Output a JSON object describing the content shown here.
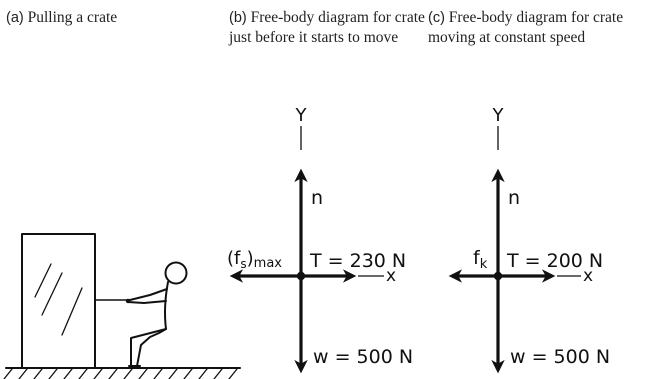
{
  "panel_a": {
    "tag": "(a)",
    "text": "Pulling a crate"
  },
  "panel_b": {
    "tag": "(b)",
    "text": "Free-body diagram for crate just before it starts to move",
    "labels": {
      "y_axis": "Y",
      "x_axis": "x",
      "normal": "n",
      "friction_main": "(f",
      "friction_sub": "s",
      "friction_close": ")",
      "friction_max": "max",
      "tension": "T = 230 N",
      "weight": "w = 500 N"
    }
  },
  "panel_c": {
    "tag": "(c)",
    "text": "Free-body diagram for crate moving at constant speed",
    "labels": {
      "y_axis": "Y",
      "x_axis": "x",
      "normal": "n",
      "friction_main": "f",
      "friction_sub": "k",
      "tension": "T = 200 N",
      "weight": "w = 500 N"
    }
  },
  "colors": {
    "ink": "#111111",
    "caption": "#222222"
  }
}
